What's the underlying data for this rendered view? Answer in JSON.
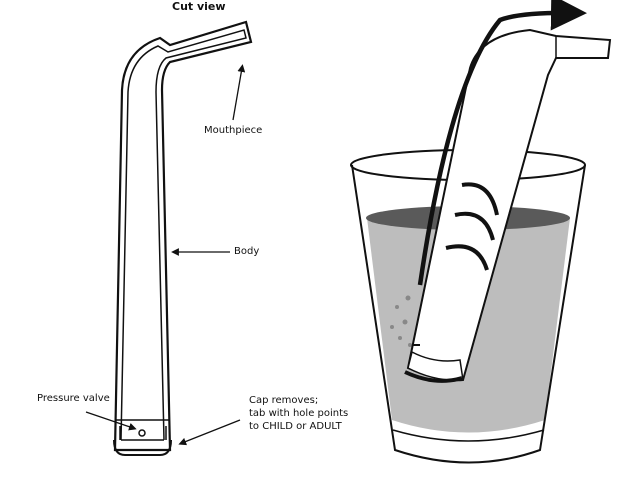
{
  "title": "Cut view",
  "labels": {
    "mouthpiece": "Mouthpiece",
    "body": "Body",
    "pressure_valve": "Pressure valve",
    "cap_line1": "Cap removes;",
    "cap_line2": "tab with hole points",
    "cap_line3": "to CHILD or ADULT"
  },
  "colors": {
    "water_surface": "#5a5a5a",
    "water": "#bdbdbd",
    "line": "#111111"
  }
}
